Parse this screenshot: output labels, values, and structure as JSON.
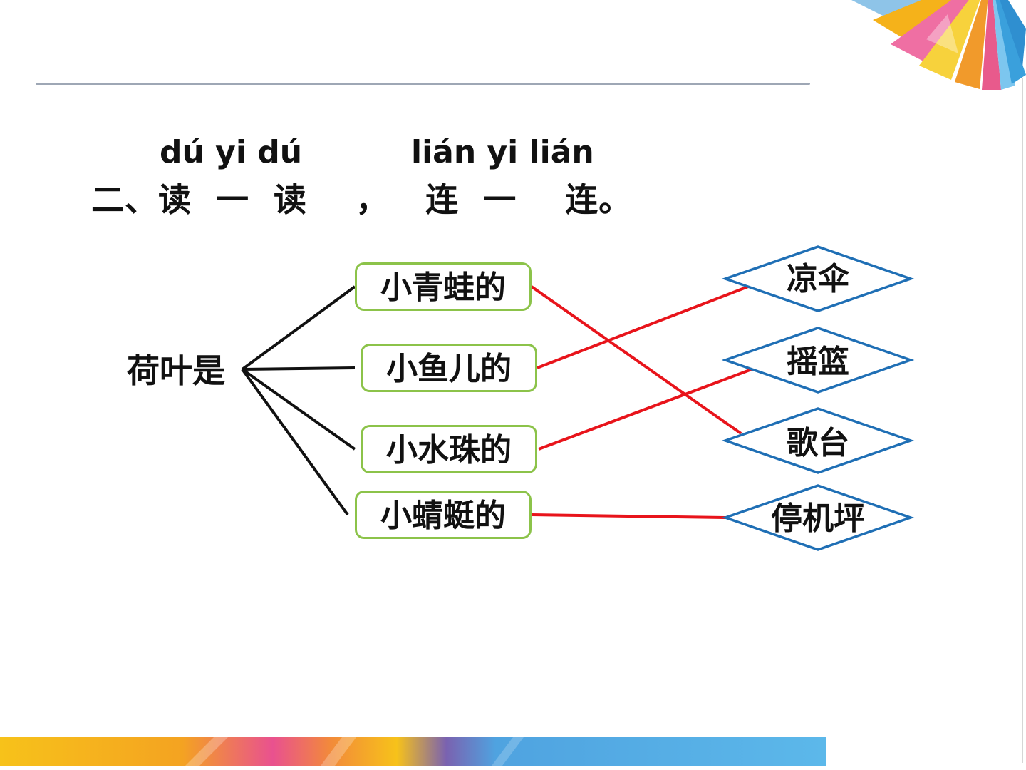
{
  "header": {
    "pinyin_left": "dú yi dú",
    "pinyin_right": "lián yi lián",
    "title": "二、读  一  读    ，   连  一    连。"
  },
  "root": {
    "label": "荷叶是"
  },
  "sources": [
    {
      "label": "小青蛙的"
    },
    {
      "label": "小鱼儿的"
    },
    {
      "label": "小水珠的"
    },
    {
      "label": "小蜻蜓的"
    }
  ],
  "targets": [
    {
      "label": "凉伞"
    },
    {
      "label": "摇篮"
    },
    {
      "label": "歌台"
    },
    {
      "label": "停机坪"
    }
  ],
  "connections": [
    {
      "from": 0,
      "to": 2
    },
    {
      "from": 1,
      "to": 0
    },
    {
      "from": 2,
      "to": 1
    },
    {
      "from": 3,
      "to": 3
    }
  ],
  "colors": {
    "tree_line": "#111111",
    "answer_line": "#e8141b",
    "source_border": "#8cc34a",
    "target_border": "#1f6fb5"
  }
}
